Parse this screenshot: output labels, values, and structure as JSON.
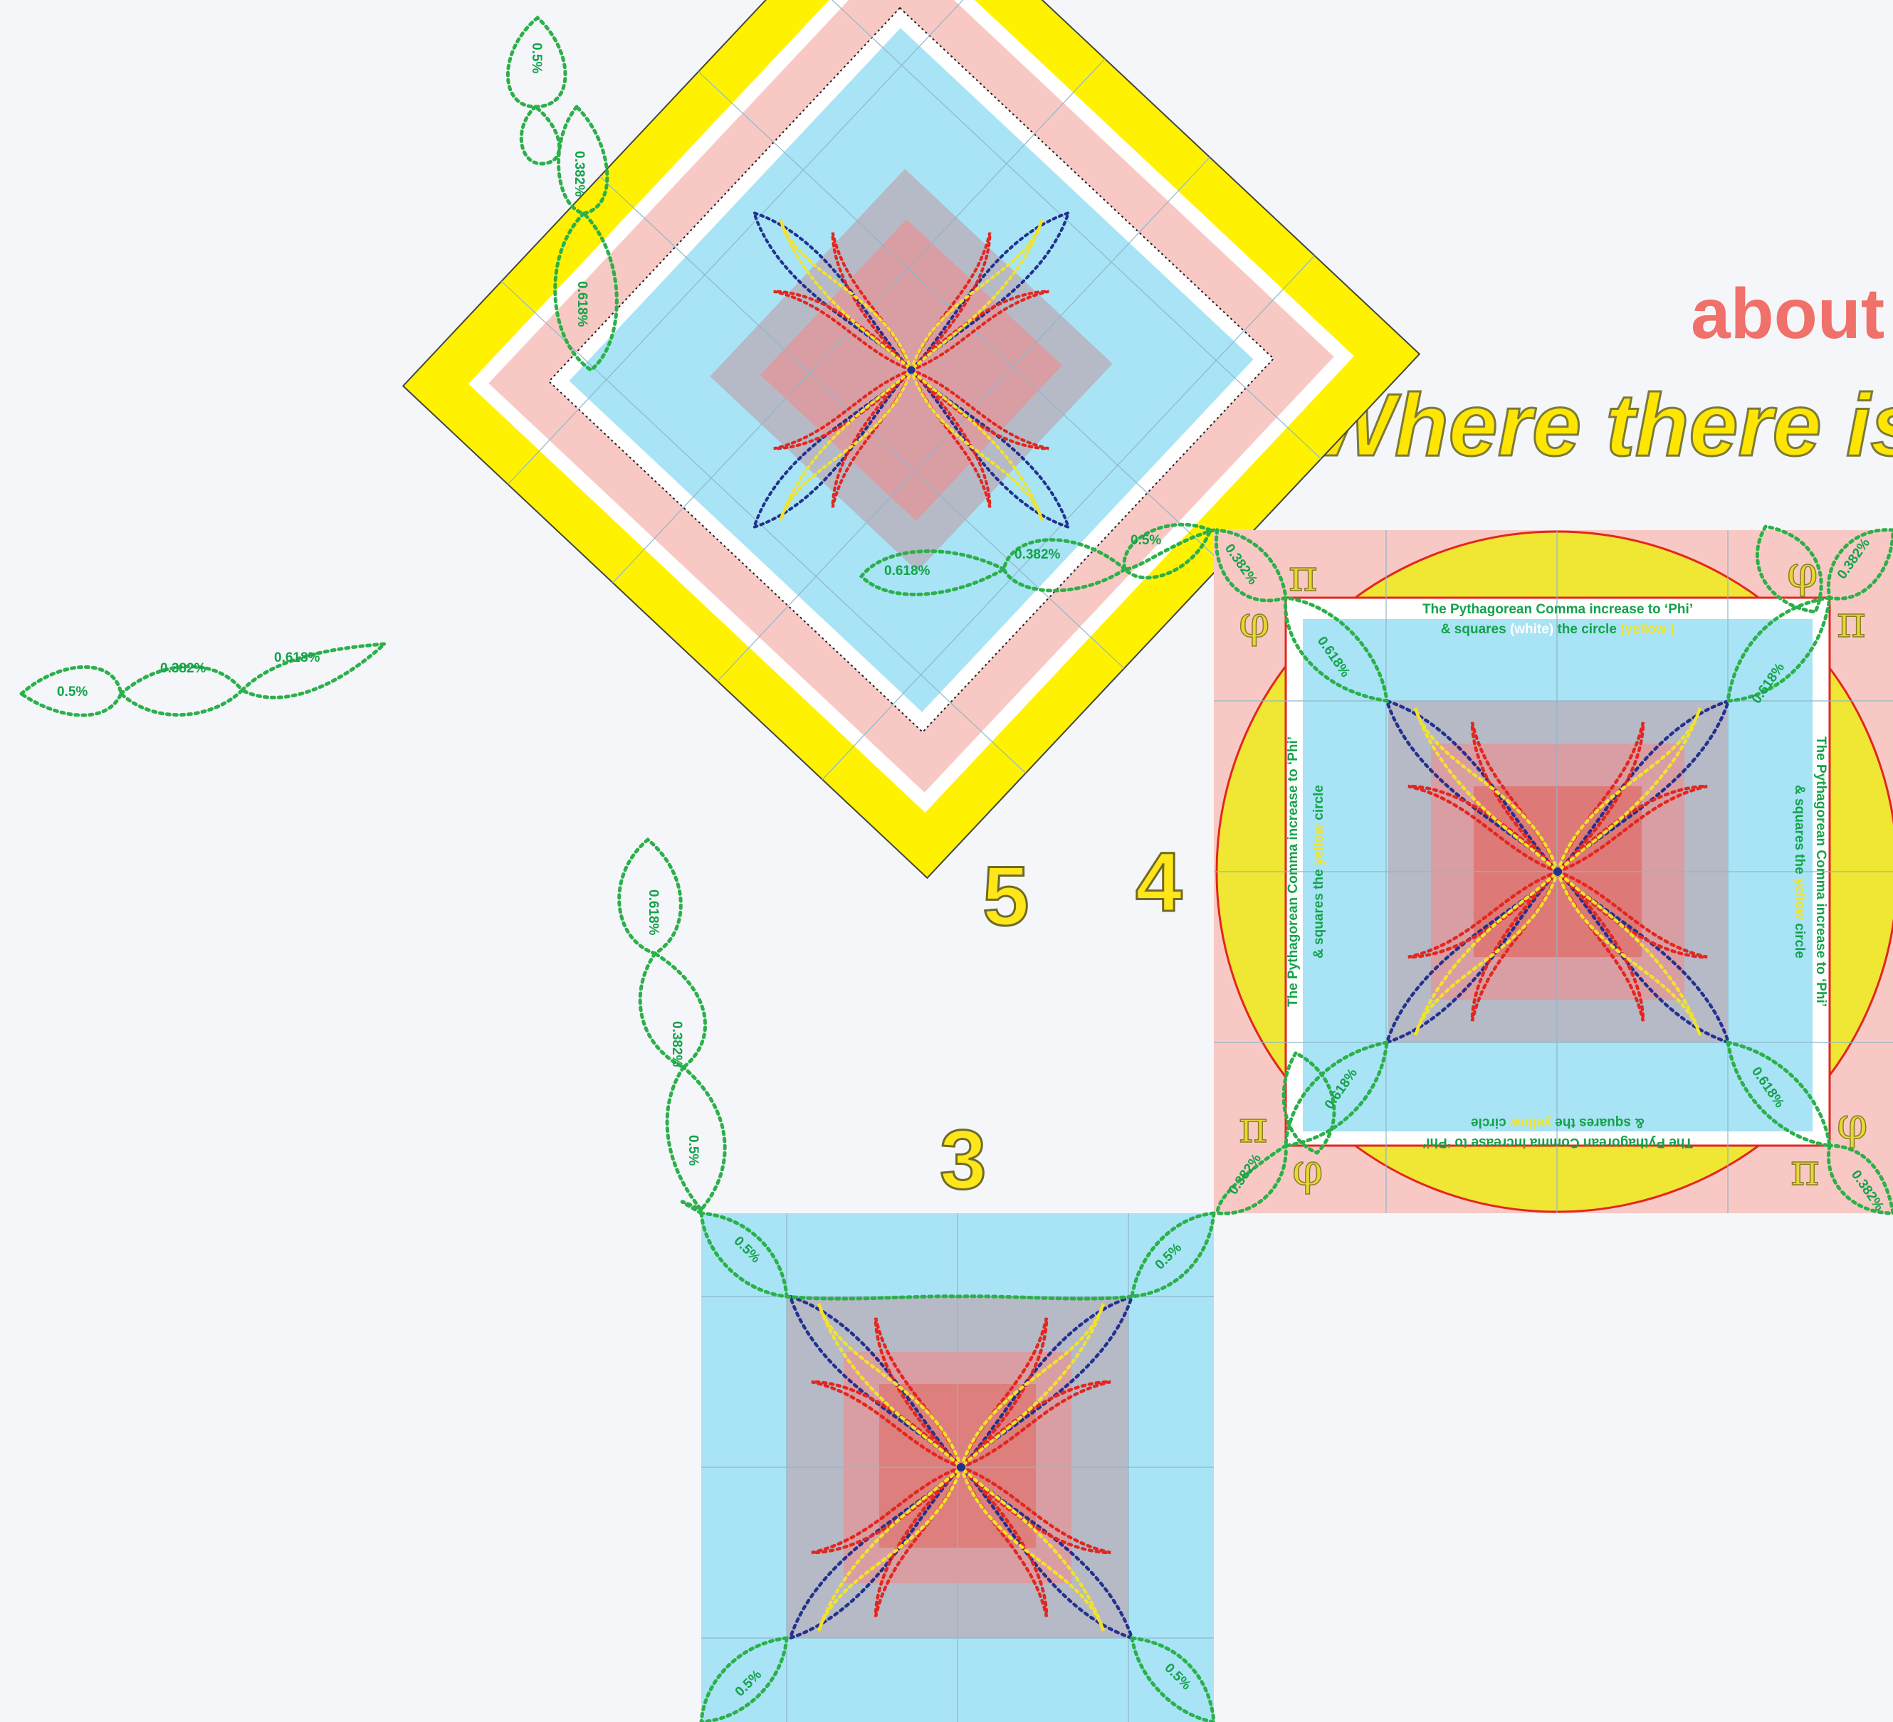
{
  "title": {
    "about": "about",
    "quote": "“Where there is"
  },
  "numbers": {
    "five": "5",
    "four": "4",
    "three": "3"
  },
  "labels": {
    "p05": "0.5%",
    "p0382": "0.382%",
    "p0618": "0.618%"
  },
  "symbols": {
    "pi": "π",
    "phi": "φ"
  },
  "captions": {
    "top_line1": "The Pythagorean Comma increase to ‘Phi’",
    "top_line2_a": "& squares ",
    "top_line2_white": "(white)",
    "top_line2_b": " the circle ",
    "top_line2_yellow": "(yellow )",
    "side_line1": "The Pythagorean Comma increase to ‘Phi’",
    "side_line2_a": "& squares the ",
    "side_line2_yellow": "yellow",
    "side_line2_b": " circle",
    "bottom_line1": "The Pythagorean Comma increase to ‘Phi’",
    "bottom_line2_a": "& squares the ",
    "bottom_line2_yellow": "yellow",
    "bottom_line2_b": " circle"
  },
  "colors": {
    "yellow": "#fff200",
    "pink": "#f8c9c4",
    "blue": "#a8e4f5",
    "grey": "#b6b9c6",
    "rose": "#d89ea3",
    "red_center": "#e06a64",
    "green": "#2bb04a",
    "navy": "#23318f",
    "red": "#e3261f",
    "circle_yellow": "#f0e634"
  }
}
